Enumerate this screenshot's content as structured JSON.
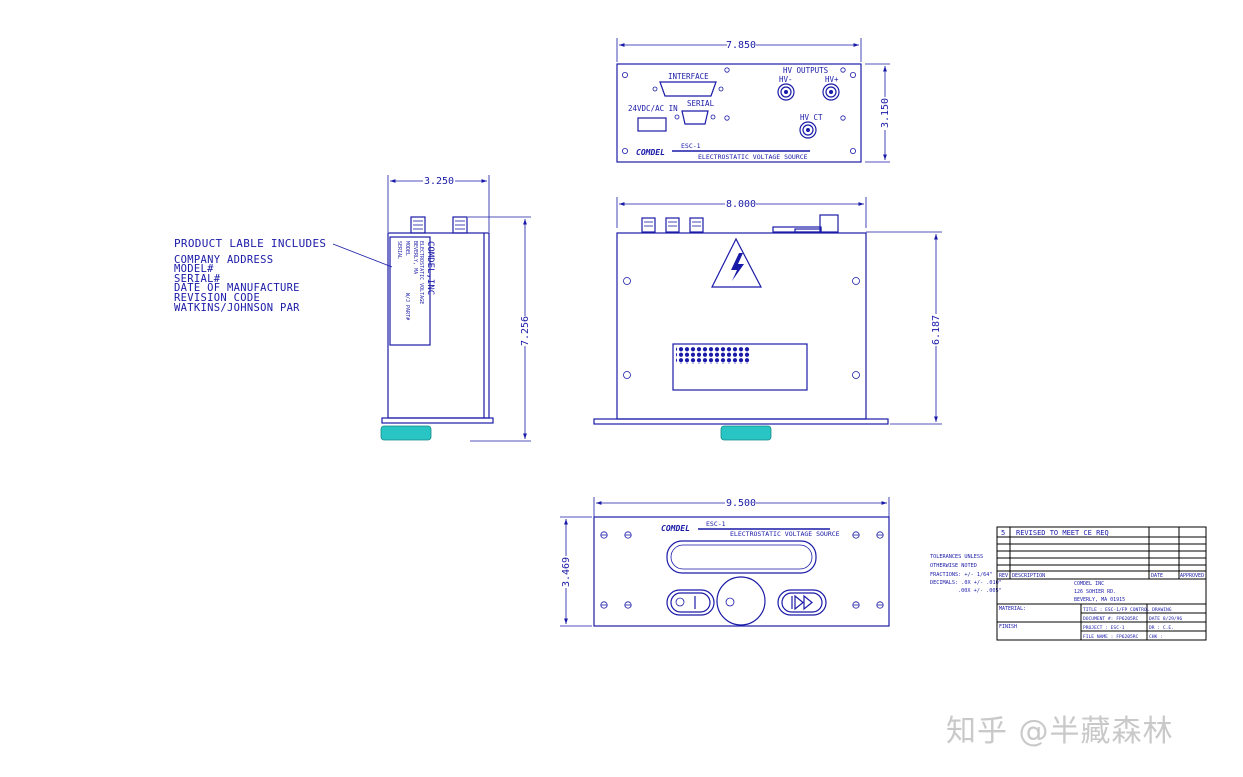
{
  "dimensions": {
    "front_width": "7.850",
    "front_height": "3.150",
    "side_width": "3.250",
    "side_height": "7.256",
    "top_width": "8.000",
    "top_depth": "6.187",
    "rack_width": "9.500",
    "rack_height": "3.469"
  },
  "front_panel": {
    "interface": "INTERFACE",
    "power_in": "24VDC/AC IN",
    "serial": "SERIAL",
    "hv_outputs": "HV OUTPUTS",
    "hv_minus": "HV-",
    "hv_plus": "HV+",
    "hv_ct": "HV CT",
    "logo": "COMDEL",
    "model": "ESC-1",
    "product_name": "ELECTROSTATIC VOLTAGE SOURCE"
  },
  "label_note": {
    "heading": "PRODUCT LABLE INCLUDES",
    "lines": [
      "COMPANY ADDRESS",
      "MODEL#",
      "SERIAL#",
      "DATE OF MANUFACTURE",
      "REVISION CODE",
      "WATKINS/JOHNSON PAR"
    ]
  },
  "side_label": {
    "company": "COMDEL,INC",
    "lines": [
      "ELECTROSTATIC VOLTAGE",
      "BEVERLY, MA",
      "MODEL",
      "SERIAL",
      "W/J PART#"
    ]
  },
  "rack_panel": {
    "logo": "COMDEL",
    "model": "ESC-1",
    "product_name": "ELECTROSTATIC VOLTAGE SOURCE"
  },
  "tolerances": {
    "lines": [
      "TOLERANCES UNLESS",
      "OTHERWISE NOTED",
      "FRACTIONS: +/- 1/64\"",
      "DECIMALS: .0X +/- .010\"",
      ".00X +/- .005\""
    ]
  },
  "title_block": {
    "rev_number": "5",
    "rev_text": "REVISED TO MEET CE REQ",
    "rev_header": "REV",
    "desc_header": "DESCRIPTION",
    "date_header": "DATE",
    "approved_header": "APPROVED",
    "company_lines": [
      "COMDEL INC",
      "126 SOHIER RD.",
      "BEVERLY, MA 01915"
    ],
    "material": "MATERIAL:",
    "finish": "FINISH",
    "title": "TITLE   : ESC-1/FP CONTROL DRAWING",
    "document": "DOCUMENT #: FP6205RC",
    "date": "DATE  8/29/96",
    "project": "PROJECT   : ESC-1",
    "dr": "DR  : C.E.",
    "file_name": "FILE NAME : FP6205RC",
    "chk": "CHK :"
  },
  "watermark": "知乎 @半藏森林"
}
